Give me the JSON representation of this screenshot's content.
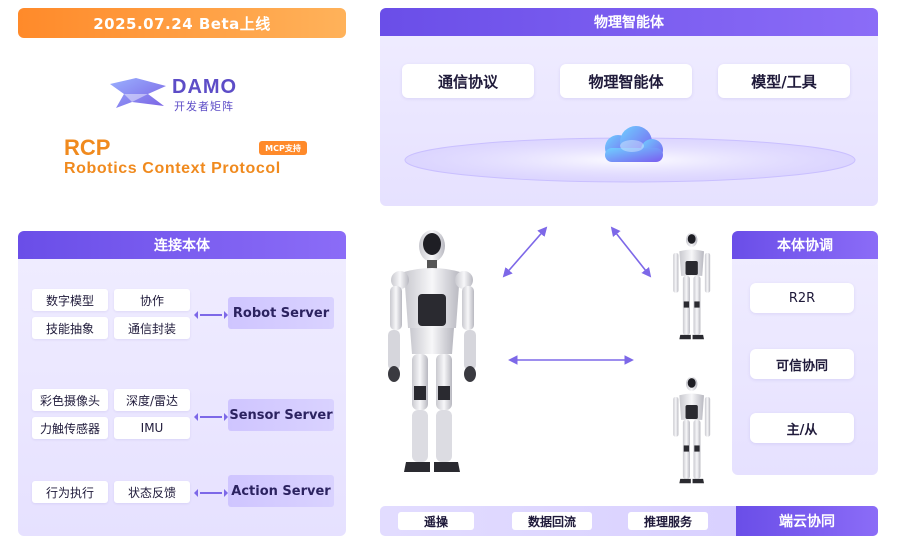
{
  "banner": {
    "text": "2025.07.24  Beta上线"
  },
  "logo": {
    "name": "DAMO",
    "subtitle": "开发者矩阵"
  },
  "rcp": {
    "title": "RCP",
    "subtitle": "Robotics Context Protocol",
    "badge": "MCP支持"
  },
  "physical_ai": {
    "title": "物理智能体",
    "items": [
      "通信协议",
      "物理智能体",
      "模型/工具"
    ],
    "icon": "cloud-icon"
  },
  "connect": {
    "title": "连接本体",
    "groups": [
      {
        "cells": [
          "数字模型",
          "协作",
          "技能抽象",
          "通信封装"
        ],
        "server": "Robot Server"
      },
      {
        "cells": [
          "彩色摄像头",
          "深度/雷达",
          "力触传感器",
          "IMU"
        ],
        "server": "Sensor Server"
      },
      {
        "cells": [
          "行为执行",
          "状态反馈"
        ],
        "server": "Action Server"
      }
    ]
  },
  "coordination": {
    "title": "本体协调",
    "items": [
      "R2R",
      "可信协同",
      "主/从"
    ]
  },
  "edge_cloud": {
    "title": "端云协同",
    "items": [
      "遥操",
      "数据回流",
      "推理服务"
    ]
  },
  "colors": {
    "accent_orange": "#ff8a2a",
    "accent_purple": "#6a4ee8",
    "panel_bg": "#ece8ff",
    "server_bg": "#d3cbff"
  }
}
